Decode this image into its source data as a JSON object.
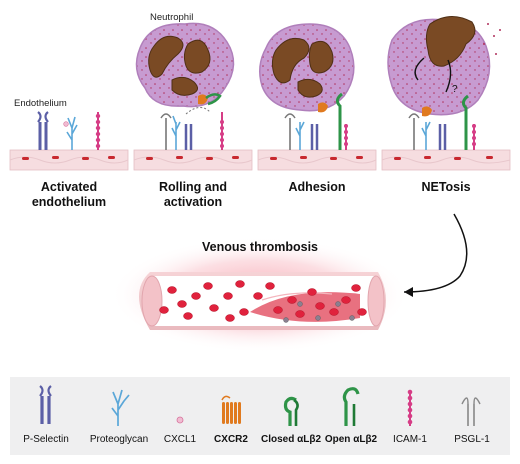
{
  "labels": {
    "neutrophil": "Neutrophil",
    "endothelium": "Endothelium",
    "venous_thrombosis": "Venous thrombosis"
  },
  "stages": [
    {
      "line1": "Activated",
      "line2": "endothelium"
    },
    {
      "line1": "Rolling and",
      "line2": "activation"
    },
    {
      "line1": "Adhesion",
      "line2": ""
    },
    {
      "line1": "NETosis",
      "line2": ""
    }
  ],
  "legend": [
    {
      "label": "P-Selectin",
      "icon": "p-selectin-icon"
    },
    {
      "label": "Proteoglycan",
      "icon": "proteoglycan-icon"
    },
    {
      "label": "CXCL1",
      "icon": "cxcl1-icon"
    },
    {
      "label": "CXCR2",
      "icon": "cxcr2-icon"
    },
    {
      "label": "Closed αLβ2",
      "icon": "closed-integrin-icon"
    },
    {
      "label": "Open αLβ2",
      "icon": "open-integrin-icon"
    },
    {
      "label": "ICAM-1",
      "icon": "icam1-icon"
    },
    {
      "label": "PSGL-1",
      "icon": "psgl1-icon"
    }
  ],
  "colors": {
    "neutrophil": "#c79bd1",
    "nucleus": "#7a4a24",
    "endothelium": "#f6dde0",
    "rbc": "#e0223d",
    "p_selectin": "#5b5fa6",
    "proteoglycan": "#5ba7d8",
    "icam1": "#d63d86",
    "cxcr2": "#e07a1f",
    "integrin": "#2e9448",
    "legend_bg": "#efeff0"
  }
}
